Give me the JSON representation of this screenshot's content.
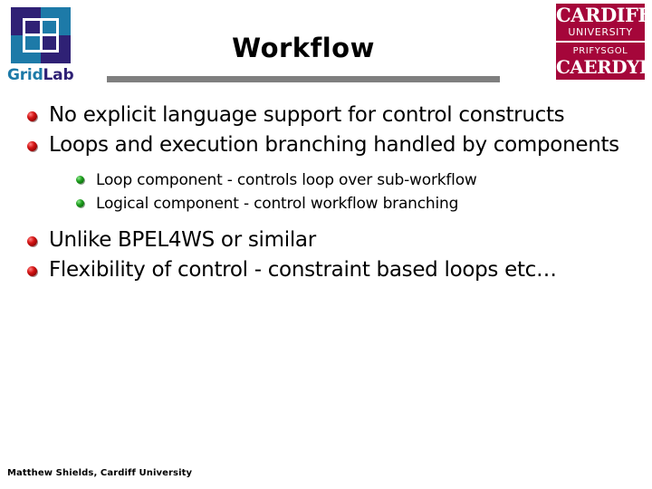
{
  "slide": {
    "title": "Workflow",
    "footer": "Matthew Shields, Cardiff University"
  },
  "logos": {
    "gridlab": {
      "name": "gridlab-logo",
      "word_grid": "Grid",
      "word_lab": "Lab",
      "colors": {
        "purple": "#2f2175",
        "blue": "#1d7aa8",
        "word_grid": "#1d7aa8",
        "word_lab": "#2f2175",
        "overlay": "#ffffff"
      },
      "quadrants": [
        "purple",
        "blue",
        "blue",
        "purple"
      ]
    },
    "cardiff": {
      "name": "cardiff-university-logo",
      "line_cardiff": "CARDIFF",
      "line_university": "UNIVERSITY",
      "line_prifysgol": "PRIFYSGOL",
      "line_caerdydd": "CAERDYDD",
      "colors": {
        "background": "#a5063a",
        "text": "#ffffff"
      }
    }
  },
  "theme": {
    "rule_color": "#7f7f7f",
    "bullet_level1_color": "#b01010",
    "bullet_level2_color": "#1f9e1f",
    "text_color": "#000000",
    "background": "#ffffff"
  },
  "bullets": [
    {
      "level": 1,
      "text": "No explicit language support for control constructs"
    },
    {
      "level": 1,
      "text": "Loops and execution branching handled by components"
    },
    {
      "level": 2,
      "text": "Loop component - controls loop over sub-workflow"
    },
    {
      "level": 2,
      "text": "Logical component - control workflow branching"
    },
    {
      "level": 1,
      "text": "Unlike BPEL4WS or similar"
    },
    {
      "level": 1,
      "text": "Flexibility of control - constraint based loops etc…"
    }
  ]
}
